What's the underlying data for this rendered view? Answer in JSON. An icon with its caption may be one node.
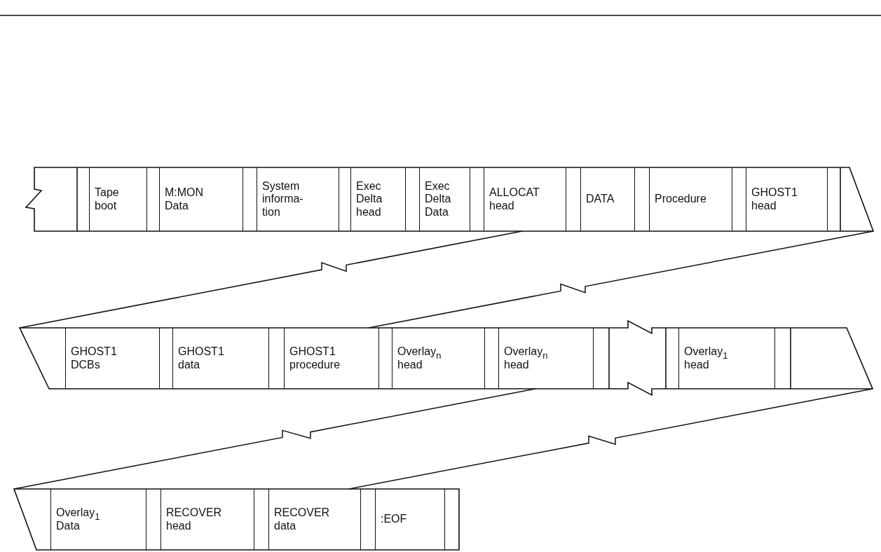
{
  "diagram": {
    "nodes": [
      {
        "text": [],
        "shape": "band"
      },
      {
        "text": [
          "Tape boot"
        ],
        "in": 0
      },
      {
        "text": [
          "M:MON Data"
        ],
        "in": 0
      },
      {
        "text": [
          "System informa- tion"
        ],
        "in": 0
      },
      {
        "text": [
          "Exec Delta head"
        ],
        "in": 0
      },
      {
        "text": [
          "Exec Delta Data"
        ],
        "in": 0
      },
      {
        "text": [
          "ALLOCAT head"
        ],
        "in": 0
      },
      {
        "text": [
          "DATA"
        ],
        "in": 0
      },
      {
        "text": [
          "Procedure"
        ],
        "in": 0
      },
      {
        "text": [
          "GHOST1 head"
        ],
        "in": 0
      },
      {
        "text": [],
        "shape": "band"
      },
      {
        "text": [
          "GHOST1 DCBs"
        ],
        "in": 10
      },
      {
        "text": [
          "GHOST1 data"
        ],
        "in": 10
      },
      {
        "text": [
          "GHOST1 procedure"
        ],
        "in": 10
      },
      {
        "text": [
          "Overlay$_{n}$ head"
        ],
        "in": 10
      },
      {
        "text": [
          "Overlay$_{n}$ head"
        ],
        "in": 10
      },
      {
        "text": [
          "Overlay$_{1}$ head"
        ],
        "in": 10
      },
      {
        "text": [],
        "shape": "band"
      },
      {
        "text": [
          "Overlay$_{1}$ Data"
        ],
        "in": 17
      },
      {
        "text": [
          "RECOVER head"
        ],
        "in": 17
      },
      {
        "text": [
          "RECOVER data"
        ],
        "in": 17
      },
      {
        "text": [
          ":EOF"
        ],
        "in": 17
      }
    ],
    "edges": [
      {
        "from": 0,
        "to": 10,
        "arrow": "none"
      },
      {
        "from": 0,
        "to": 10,
        "arrow": "none"
      },
      {
        "from": 10,
        "to": 17,
        "arrow": "none"
      },
      {
        "from": 10,
        "to": 17,
        "arrow": "none"
      }
    ]
  }
}
